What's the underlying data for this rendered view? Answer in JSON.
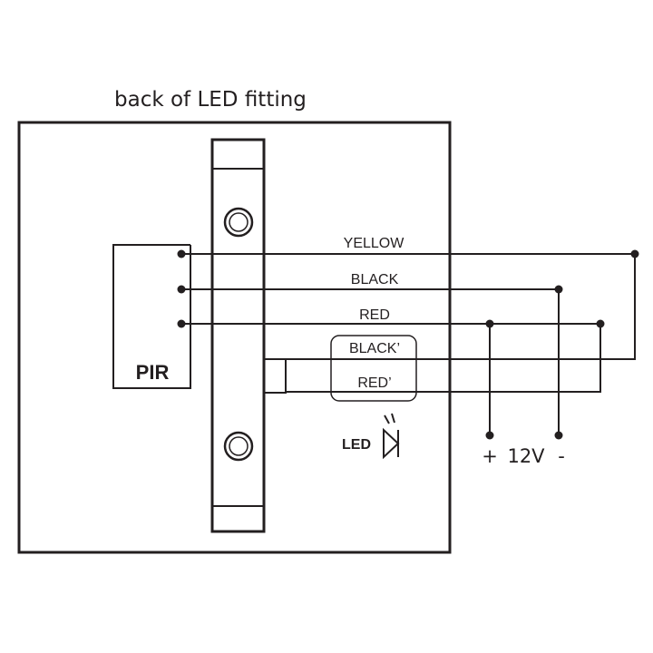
{
  "title": "back of LED fitting",
  "components": {
    "pir": "PIR",
    "led": "LED"
  },
  "wires": {
    "yellow": "YELLOW",
    "black": "BLACK",
    "red": "RED",
    "black_prime": "BLACK’",
    "red_prime": "RED’"
  },
  "supply": {
    "plus": "+",
    "voltage": "12V",
    "minus": "-"
  }
}
